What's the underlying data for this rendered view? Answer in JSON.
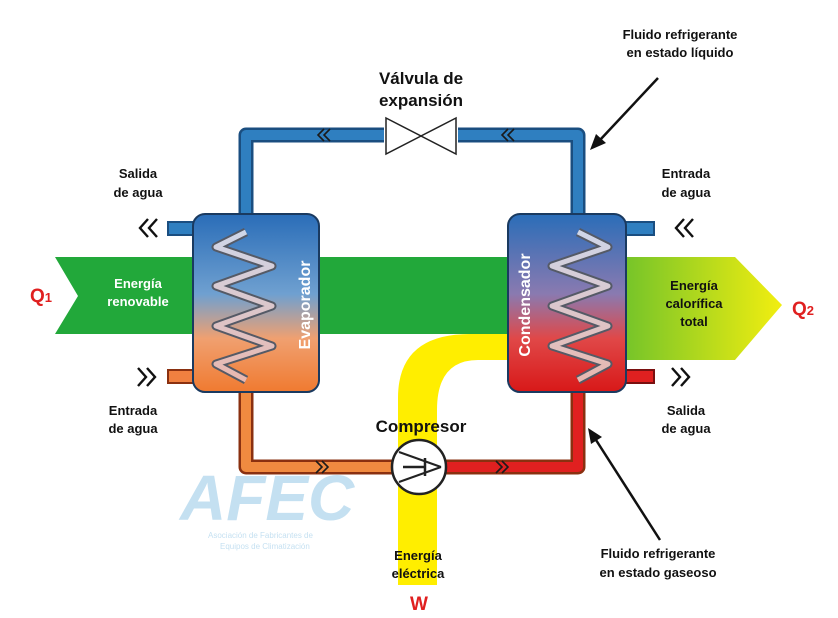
{
  "labels": {
    "valve": [
      "Válvula de",
      "expansión"
    ],
    "liquid": [
      "Fluido refrigerante",
      "en estado líquido"
    ],
    "gas": [
      "Fluido refrigerante",
      "en estado gaseoso"
    ],
    "evap_out": [
      "Salida",
      "de agua"
    ],
    "evap_in": [
      "Entrada",
      "de agua"
    ],
    "cond_in": [
      "Entrada",
      "de agua"
    ],
    "cond_out": [
      "Salida",
      "de agua"
    ],
    "renewable": [
      "Energía",
      "renovable"
    ],
    "heat_total": [
      "Energía",
      "calorífica",
      "total"
    ],
    "electric": [
      "Energía",
      "eléctrica"
    ],
    "evaporator": "Evaporador",
    "condenser": "Condensador",
    "compressor": "Compresor",
    "q1_main": "Q",
    "q1_sub": "1",
    "q2_main": "Q",
    "q2_sub": "2",
    "work": "W"
  },
  "logo": {
    "text": "AFEC",
    "line1": "Asociación de Fabricantes de",
    "line2": "Equipos de Climatización"
  },
  "colors": {
    "green": "#22a83a",
    "yellow": "#ffee00",
    "pipe_blue": "#2f7fc0",
    "pipe_orange": "#f08040",
    "pipe_red": "#e02020",
    "label_red": "#e02020"
  }
}
